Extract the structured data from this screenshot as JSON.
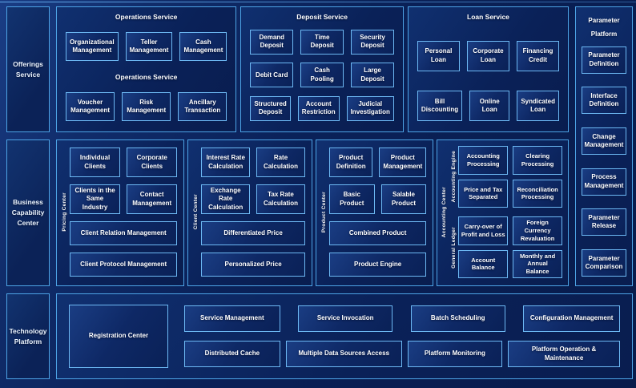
{
  "colors": {
    "background": "#081b4b",
    "panel_border": "#4da4e6",
    "box_border": "#6db9f4",
    "box_fill": "#0e2865",
    "text": "#ffffff"
  },
  "left_rail": {
    "offerings_label": "Offerings Service",
    "business_label": "Business Capability Center",
    "technology_label": "Technology Platform"
  },
  "operations": {
    "title": "Operations Service",
    "divider_label": "Operations Service",
    "row1": [
      "Organizational Management",
      "Teller Management",
      "Cash Management"
    ],
    "row2": [
      "Voucher Management",
      "Risk Management",
      "Ancillary Transaction"
    ]
  },
  "deposit": {
    "title": "Deposit Service",
    "row1": [
      "Demand Deposit",
      "Time Deposit",
      "Security Deposit"
    ],
    "row2": [
      "Debit Card",
      "Cash Pooling",
      "Large Deposit"
    ],
    "row3": [
      "Structured Deposit",
      "Account Restriction",
      "Judicial Investigation"
    ]
  },
  "loan": {
    "title": "Loan Service",
    "row1": [
      "Personal Loan",
      "Corporate Loan",
      "Financing Credit"
    ],
    "row2": [
      "Bill Discounting",
      "Online Loan",
      "Syndicated Loan"
    ]
  },
  "pricing_center": {
    "side_label": "Pricing Center",
    "grid": [
      "Individual Clients",
      "Corporate Clients",
      "Clients in the Same Industry",
      "Contact Management"
    ],
    "wide": [
      "Client Relation Management",
      "Client Protocol Management"
    ]
  },
  "client_center": {
    "side_label": "Client Center",
    "grid": [
      "Interest Rate Calculation",
      "Rate Calculation",
      "Exchange Rate Calculation",
      "Tax Rate Calculation"
    ],
    "wide": [
      "Differentiated Price",
      "Personalized Price"
    ]
  },
  "product_center": {
    "side_label": "Product Center",
    "grid": [
      "Product Definition",
      "Product Management",
      "Basic Product",
      "Salable Product"
    ],
    "wide": [
      "Combined Product",
      "Product Engine"
    ]
  },
  "accounting_center": {
    "side_label": "Accounting Center",
    "engine": {
      "side_label": "Accounting Engine",
      "grid": [
        "Accounting Processing",
        "Clearing Processing",
        "Price and Tax Separated",
        "Reconciliation Processing"
      ]
    },
    "ledger": {
      "side_label": "General Ledger",
      "grid": [
        "Carry-over of Profit and Loss",
        "Foreign Currency Revaluation",
        "Account Balance",
        "Monthly and Annual Balance"
      ]
    }
  },
  "parameter_platform": {
    "title": "Parameter Platform",
    "items": [
      "Parameter Definition",
      "Interface Definition",
      "Change Management",
      "Process Management",
      "Parameter Release",
      "Parameter Comparison"
    ]
  },
  "technology": {
    "registration_label": "Registration Center",
    "row1": [
      "Service Management",
      "Service Invocation",
      "Batch Scheduling",
      "Configuration Management"
    ],
    "row2": [
      "Distributed Cache",
      "Multiple Data Sources Access",
      "Platform Monitoring",
      "Platform Operation & Maintenance"
    ]
  }
}
